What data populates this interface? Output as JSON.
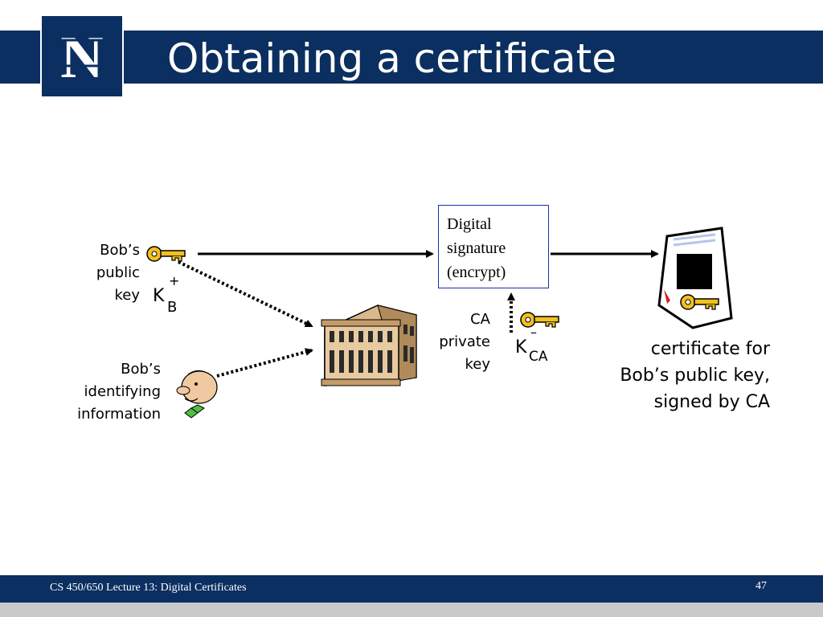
{
  "slide": {
    "title": "Obtaining a certificate",
    "logo_letter": "N"
  },
  "diagram": {
    "bob_public_key_label": [
      "Bob’s",
      "public",
      "key"
    ],
    "kb_main": "K",
    "kb_sup": "+",
    "kb_sub": "B",
    "bob_info_label": [
      "Bob’s",
      "identifying",
      "information"
    ],
    "signature_box": "Digital\nsignature\n(encrypt)",
    "ca_private_key_label": [
      "CA",
      "private",
      "key"
    ],
    "kca_main": "K",
    "kca_sup": "–",
    "kca_sub": "CA",
    "certificate_caption": [
      "certificate for",
      "Bob’s public key,",
      "signed by CA"
    ]
  },
  "footer": {
    "course": "CS 450/650 Lecture 13: Digital Certificates",
    "page": "47"
  },
  "colors": {
    "header_navy": "#0b2f60",
    "key_gold": "#f2c020",
    "box_border": "#1d2fa8",
    "footer_strip": "#c8c9cb"
  }
}
